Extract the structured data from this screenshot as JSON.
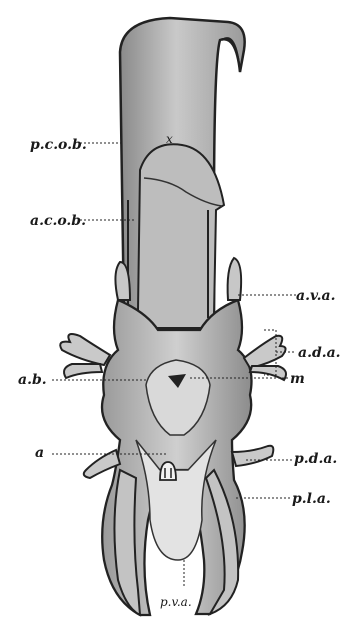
{
  "labels": {
    "pcob": "p.c.o.b.",
    "acob": "a.c.o.b.",
    "ava": "a.v.a.",
    "ada": "a.d.a.",
    "ab": "a.b.",
    "m": "m",
    "a": "a",
    "pda": "p.d.a.",
    "pla": "p.l.a.",
    "pva": "p.v.a.",
    "x": "x"
  }
}
